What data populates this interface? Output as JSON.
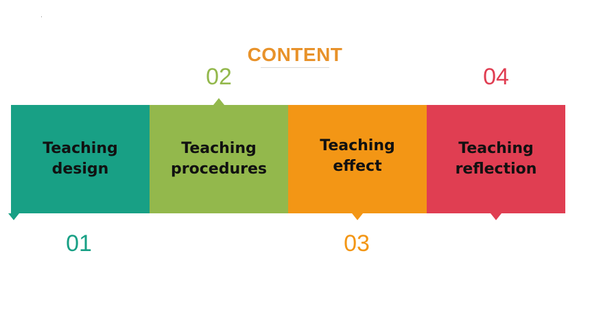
{
  "title": "CONTENT",
  "sections": [
    {
      "number": "01",
      "label": "Teaching\ndesign",
      "color": "#18a085"
    },
    {
      "number": "02",
      "label": "Teaching\nprocedures",
      "color": "#93b84c"
    },
    {
      "number": "03",
      "label": "Teaching\neffect",
      "color": "#f39615"
    },
    {
      "number": "04",
      "label": "Teaching\nreflection",
      "color": "#e03e52"
    }
  ]
}
